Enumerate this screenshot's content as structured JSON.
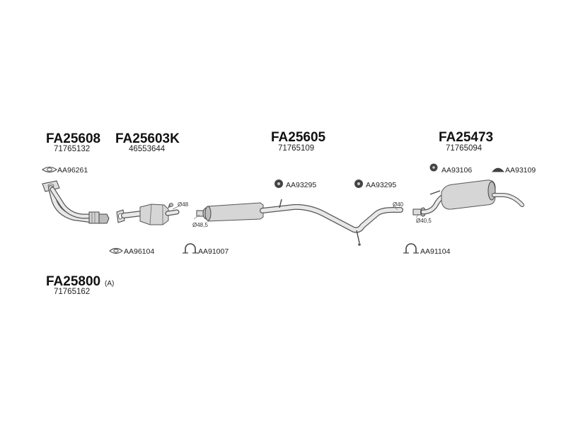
{
  "parts": {
    "fa25608": {
      "code": "FA25608",
      "number": "71765132"
    },
    "fa25603k": {
      "code": "FA25603K",
      "number": "46553644"
    },
    "fa25605": {
      "code": "FA25605",
      "number": "71765109"
    },
    "fa25473": {
      "code": "FA25473",
      "number": "71765094"
    },
    "fa25800": {
      "code": "FA25800",
      "suffix": "(A)",
      "number": "71765162"
    }
  },
  "accessories": {
    "aa96261": "AA96261",
    "aa96104": "AA96104",
    "aa91007": "AA91007",
    "aa93295_left": "AA93295",
    "aa93295_right": "AA93295",
    "aa93106": "AA93106",
    "aa93109": "AA93109",
    "aa91104": "AA91104"
  },
  "dimensions": {
    "cat_outlet": "Ø48",
    "mid_inlet": "Ø48,5",
    "mid_outlet": "Ø40",
    "rear_inlet": "Ø40,5"
  }
}
